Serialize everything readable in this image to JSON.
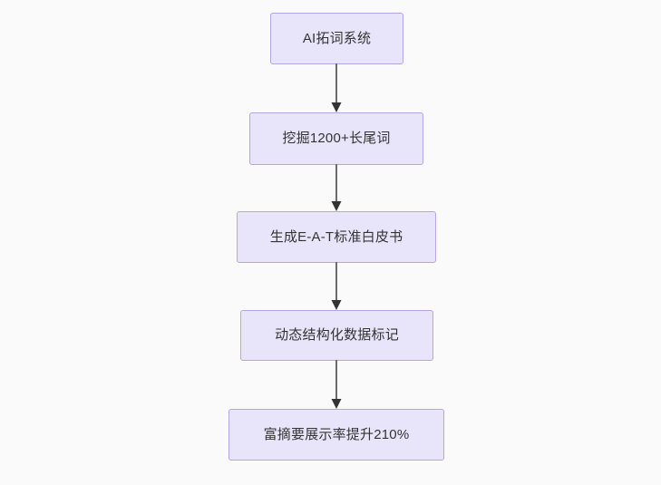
{
  "diagram": {
    "type": "flowchart",
    "orientation": "top-to-bottom",
    "background_color": "#fafafa",
    "node_fill_color": "#e8e5fa",
    "node_border_color": "#b9a3e3",
    "node_text_color": "#333333",
    "edge_line_color": "#6b6b6b",
    "edge_arrow_color": "#333333",
    "nodes": [
      {
        "id": "node-1",
        "label": "AI拓词系统"
      },
      {
        "id": "node-2",
        "label": "挖掘1200+长尾词"
      },
      {
        "id": "node-3",
        "label": "生成E-A-T标准白皮书"
      },
      {
        "id": "node-4",
        "label": "动态结构化数据标记"
      },
      {
        "id": "node-5",
        "label": "富摘要展示率提升210%"
      }
    ],
    "edges": [
      {
        "id": "edge-1",
        "from": "node-1",
        "to": "node-2",
        "arrow": "down-arrow-icon"
      },
      {
        "id": "edge-2",
        "from": "node-2",
        "to": "node-3",
        "arrow": "down-arrow-icon"
      },
      {
        "id": "edge-3",
        "from": "node-3",
        "to": "node-4",
        "arrow": "down-arrow-icon"
      },
      {
        "id": "edge-4",
        "from": "node-4",
        "to": "node-5",
        "arrow": "down-arrow-icon"
      }
    ]
  }
}
